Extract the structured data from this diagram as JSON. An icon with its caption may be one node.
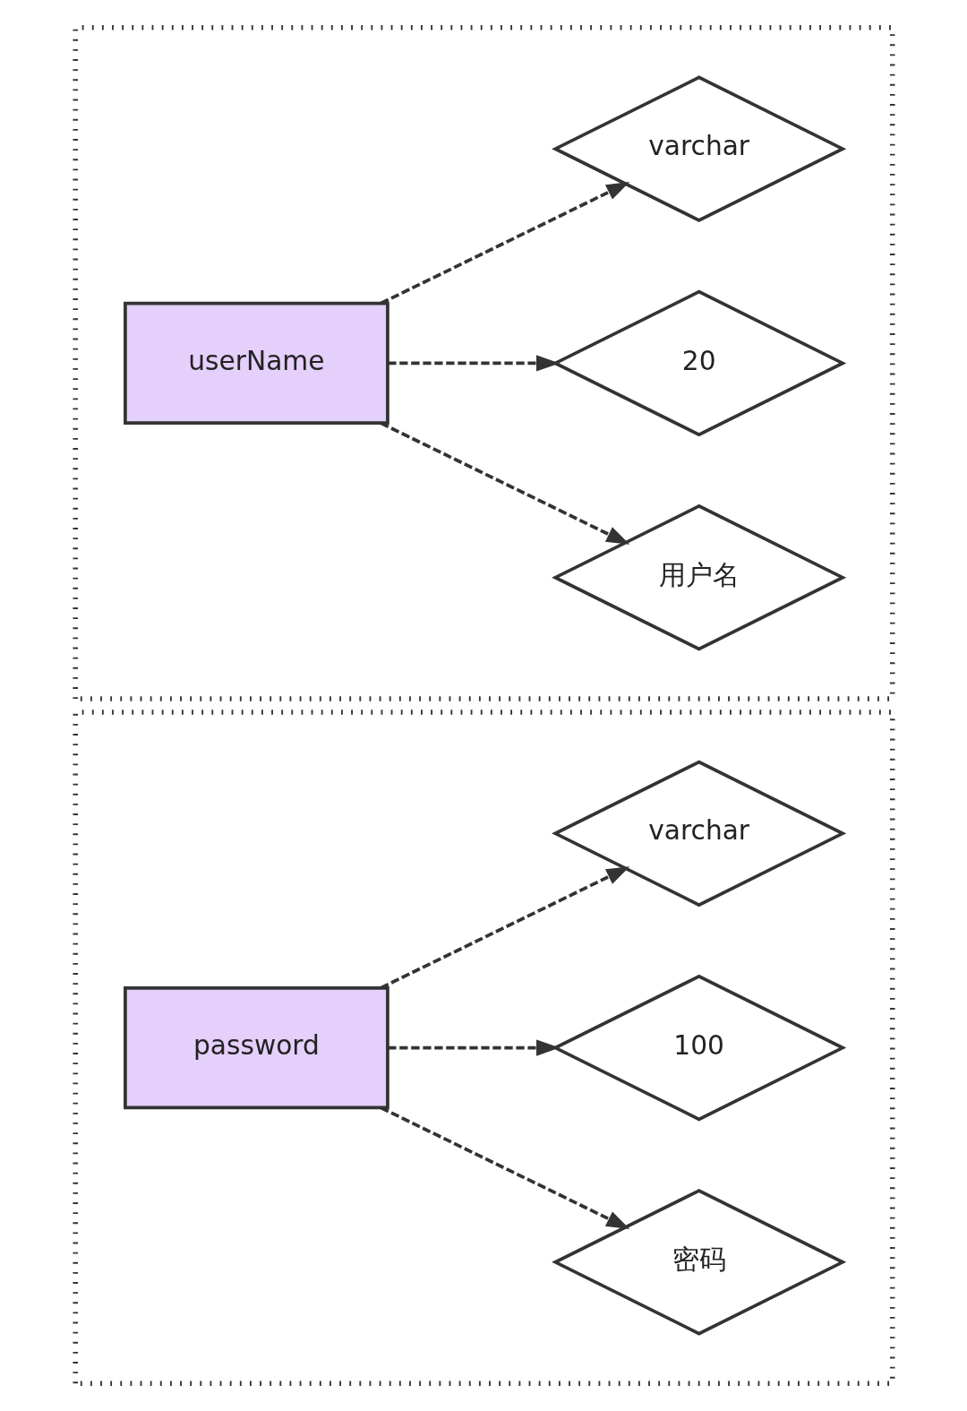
{
  "diagram": {
    "nodes": [
      {
        "text": [],
        "shape": "box"
      },
      {
        "text": [
          "userName"
        ],
        "in": 0
      },
      {
        "text": [
          "varchar"
        ],
        "in": 0
      },
      {
        "text": [
          "20"
        ],
        "in": 0
      },
      {
        "text": [
          "用户名"
        ],
        "in": 0
      },
      {
        "text": [],
        "shape": "box"
      },
      {
        "text": [
          "password"
        ],
        "in": 5
      },
      {
        "text": [
          "varchar"
        ],
        "in": 5
      },
      {
        "text": [
          "100"
        ],
        "in": 5
      },
      {
        "text": [
          "密码"
        ],
        "in": 5
      }
    ],
    "edges": [
      {
        "from": 1,
        "to": 2,
        "arrow": "to",
        "style": "dashed"
      },
      {
        "from": 1,
        "to": 3,
        "arrow": "to",
        "style": "dashed"
      },
      {
        "from": 1,
        "to": 4,
        "arrow": "to",
        "style": "dashed"
      },
      {
        "from": 6,
        "to": 7,
        "arrow": "to",
        "style": "dashed"
      },
      {
        "from": 6,
        "to": 8,
        "arrow": "to",
        "style": "dashed"
      },
      {
        "from": 6,
        "to": 9,
        "arrow": "to",
        "style": "dashed"
      }
    ]
  }
}
